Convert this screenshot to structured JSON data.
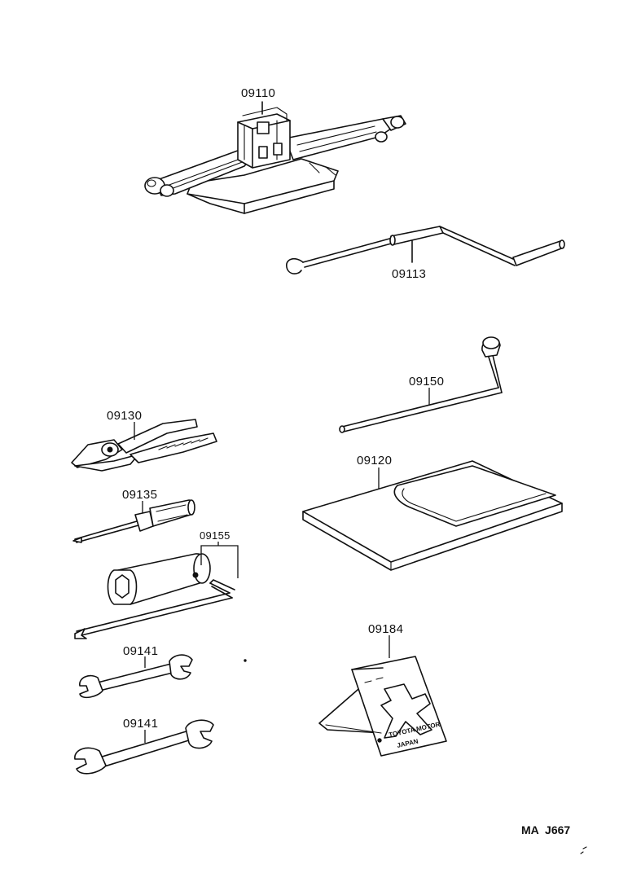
{
  "parts": [
    {
      "id": "jack",
      "number": "09110"
    },
    {
      "id": "jack-handle",
      "number": "09113"
    },
    {
      "id": "pliers",
      "number": "09130"
    },
    {
      "id": "screwdriver",
      "number": "09135"
    },
    {
      "id": "plug-wrench-set",
      "number": "09155"
    },
    {
      "id": "wrench-small",
      "number": "09141"
    },
    {
      "id": "wrench-large",
      "number": "09141"
    },
    {
      "id": "lug-wrench",
      "number": "09150"
    },
    {
      "id": "tool-bag",
      "number": "09120"
    },
    {
      "id": "wheel-chock",
      "number": "09184"
    }
  ],
  "chock_marking": {
    "line1": "TOYOTA MOTOR",
    "line2": "JAPAN"
  },
  "diagram_code": "MA  J667"
}
